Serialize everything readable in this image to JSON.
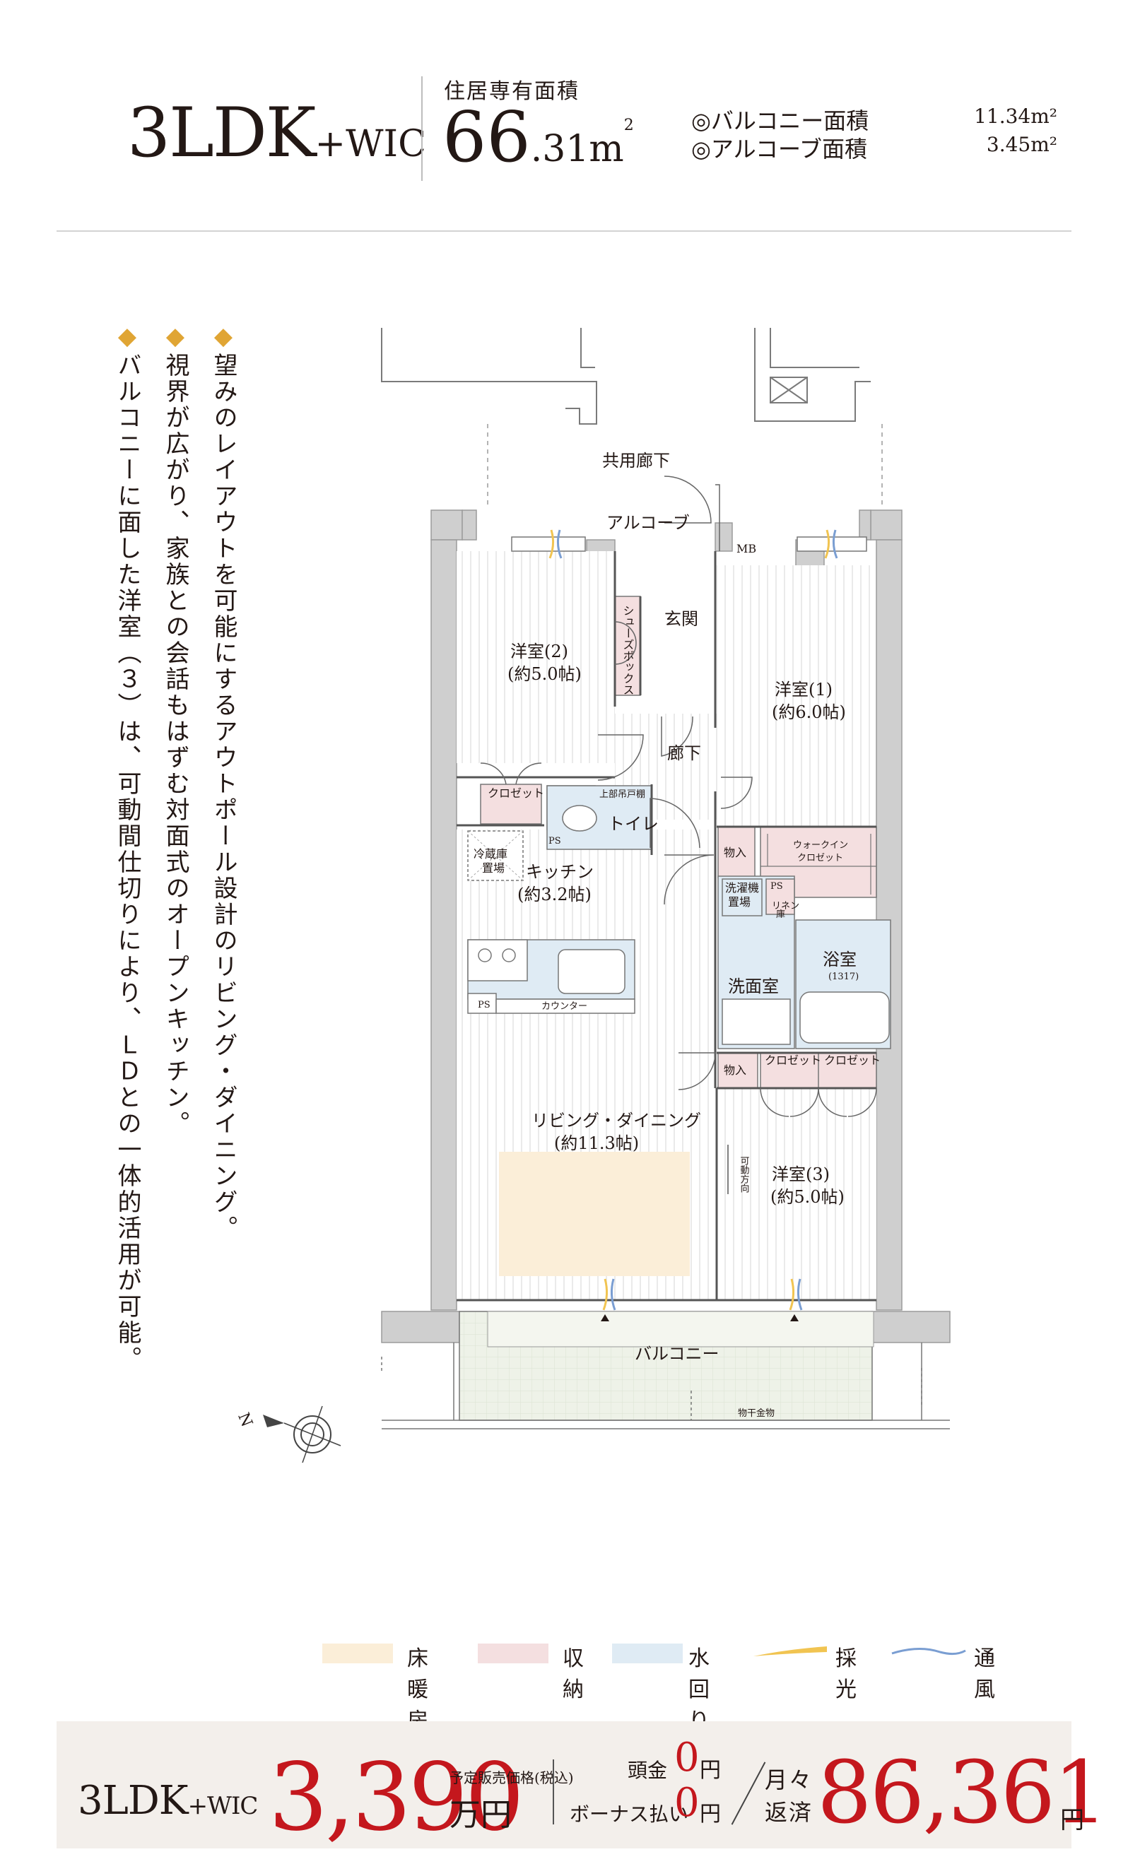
{
  "header": {
    "type_main": "3LDK",
    "type_suffix": "+WIC",
    "area_label": "住居専有面積",
    "area_int": "66",
    "area_dec": ".31",
    "area_unit": "m",
    "area_sup": "2",
    "balcony_label": "◎バルコニー面積",
    "balcony_value": "11.34m²",
    "alcove_label": "◎アルコーブ面積",
    "alcove_value": "3.45m²"
  },
  "notes": [
    {
      "bullet": "◆",
      "text": "望みのレイアウトを可能にするアウトポール設計のリビング・ダイニング。"
    },
    {
      "bullet": "◆",
      "text": "視界が広がり、家族との会話もはずむ対面式のオープンキッチン。"
    },
    {
      "bullet": "◆",
      "text": "バルコニーに面した洋室（３）は、可動間仕切りにより、ＬＤとの一体的活用が可能。"
    }
  ],
  "plan": {
    "corridor": "共用廊下",
    "alcove": "アルコーブ",
    "mb": "MB",
    "entrance": "玄関",
    "shoes_box": "シューズボックス",
    "room2_name": "洋室(2)",
    "room2_size": "(約5.0帖)",
    "room1_name": "洋室(1)",
    "room1_size": "(約6.0帖)",
    "hallway": "廊下",
    "closet": "クロゼット",
    "upper_cabinet": "上部吊戸棚",
    "toilet": "トイレ",
    "ps": "PS",
    "fridge_line1": "冷蔵庫",
    "fridge_line2": "置場",
    "kitchen_name": "キッチン",
    "kitchen_size": "(約3.2帖)",
    "storage": "物入",
    "walkin_line1": "ウォークイン",
    "walkin_line2": "クロゼット",
    "washer_line1": "洗濯機",
    "washer_line2": "置場",
    "linen_line1": "リネン",
    "linen_line2": "庫",
    "bath": "浴室",
    "bath_size": "(1317)",
    "washroom": "洗面室",
    "counter": "カウンター",
    "living_name": "リビング・ダイニング",
    "living_size": "(約11.3帖)",
    "room3_name": "洋室(3)",
    "room3_size": "(約5.0帖)",
    "movable": "可動方向",
    "balcony": "バルコニー",
    "drying_rack": "物干金物",
    "north": "N"
  },
  "legend": [
    {
      "label": "床暖房",
      "color": "#fbeed8"
    },
    {
      "label": "収納",
      "color": "#f4dfe0"
    },
    {
      "label": "水回り",
      "color": "#dfebf4"
    },
    {
      "label": "採光",
      "color": "#f1c451"
    },
    {
      "label": "通風",
      "color": "#7a9ed2"
    }
  ],
  "price": {
    "type_main": "3LDK",
    "type_suffix": "+WIC",
    "amount": "3,390",
    "note": "予定販売価格(税込)",
    "unit": "万円",
    "down_label": "頭金",
    "down_value": "0",
    "down_unit": "円",
    "bonus_label": "ボーナス払い",
    "bonus_value": "0",
    "bonus_unit": "円",
    "monthly_line1": "月々",
    "monthly_line2": "返済",
    "monthly_value": "86,361",
    "monthly_unit": "円"
  },
  "colors": {
    "accent_red": "#c4171d",
    "bullet": "#e0a534",
    "price_bg": "#f3efeb",
    "wall": "#cfcfcf"
  }
}
